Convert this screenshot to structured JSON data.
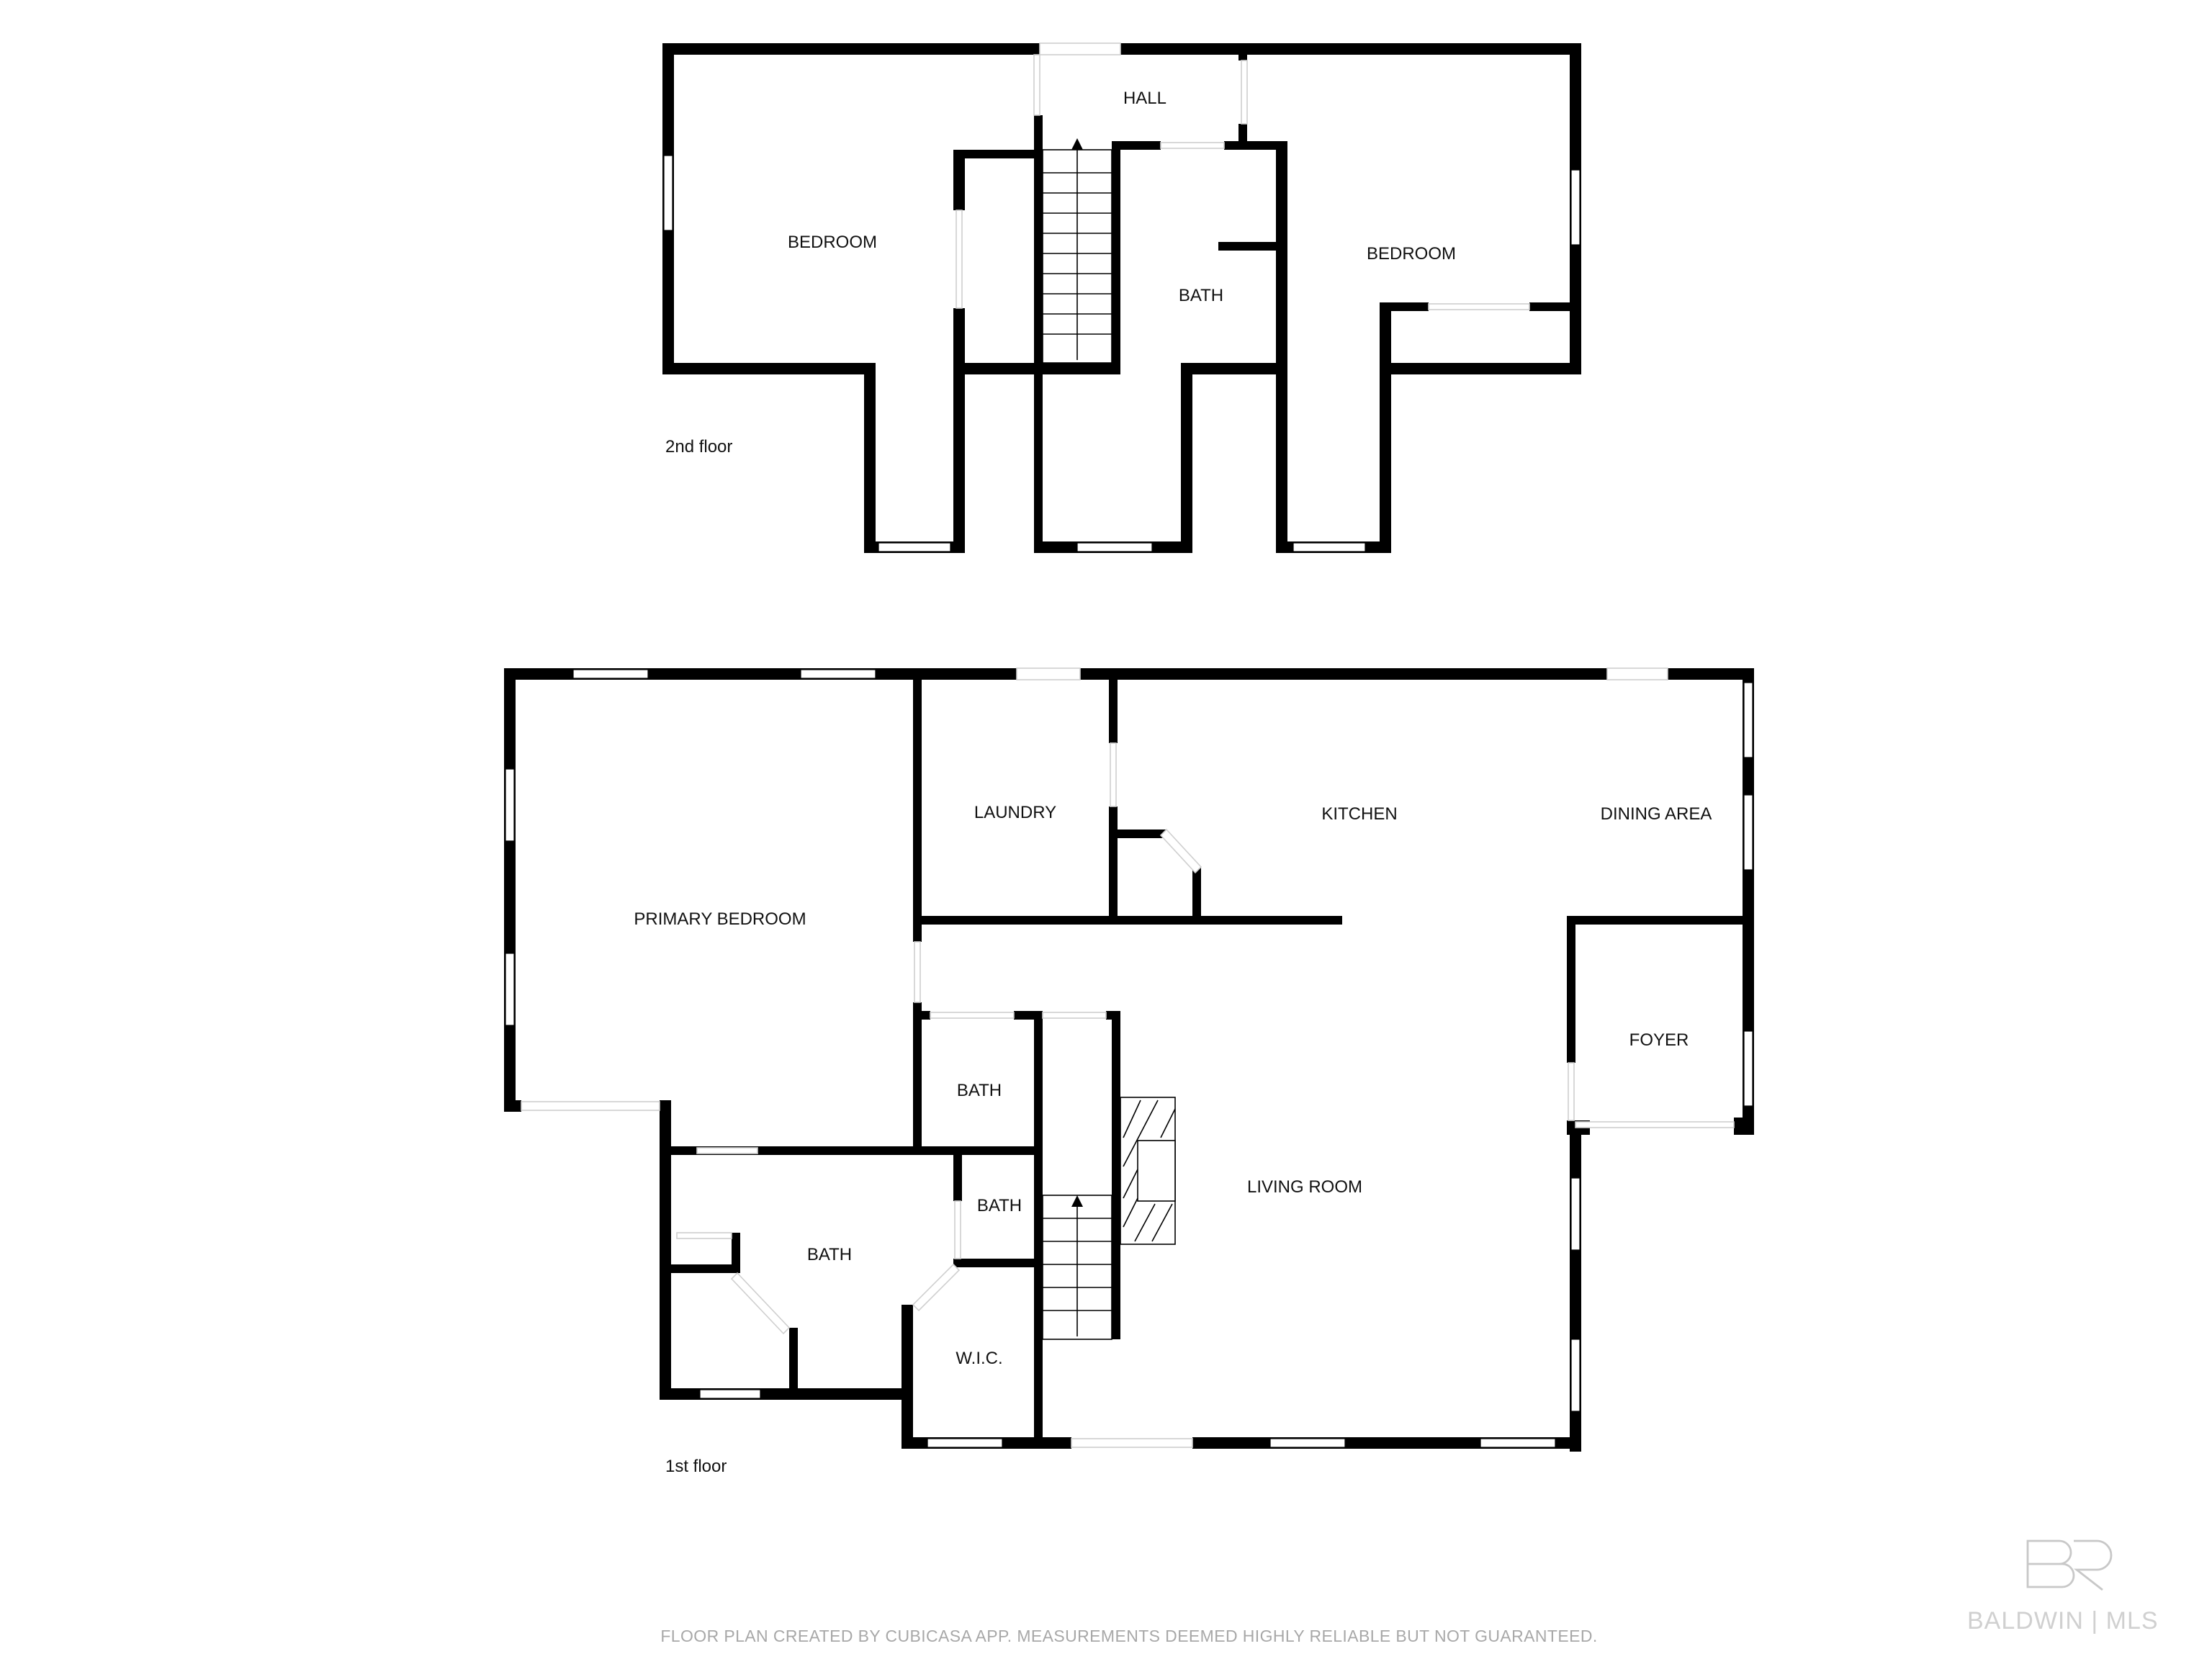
{
  "floors": [
    {
      "name": "2nd floor",
      "rooms": [
        {
          "id": "bedroom-west",
          "label": "BEDROOM"
        },
        {
          "id": "hall",
          "label": "HALL"
        },
        {
          "id": "bath-upper",
          "label": "BATH"
        },
        {
          "id": "bedroom-east",
          "label": "BEDROOM"
        }
      ]
    },
    {
      "name": "1st floor",
      "rooms": [
        {
          "id": "primary-bedroom",
          "label": "PRIMARY BEDROOM"
        },
        {
          "id": "laundry",
          "label": "LAUNDRY"
        },
        {
          "id": "kitchen",
          "label": "KITCHEN"
        },
        {
          "id": "dining-area",
          "label": "DINING AREA"
        },
        {
          "id": "foyer",
          "label": "FOYER"
        },
        {
          "id": "bath-hall",
          "label": "BATH"
        },
        {
          "id": "bath-small",
          "label": "BATH"
        },
        {
          "id": "bath-primary",
          "label": "BATH"
        },
        {
          "id": "wic",
          "label": "W.I.C."
        },
        {
          "id": "living-room",
          "label": "LIVING ROOM"
        }
      ]
    }
  ],
  "footer": {
    "disclaimer": "FLOOR PLAN CREATED BY CUBICASA APP. MEASUREMENTS DEEMED HIGHLY RELIABLE BUT NOT GUARANTEED."
  },
  "logo": {
    "mark": "BR",
    "text": "BALDWIN | MLS"
  },
  "colors": {
    "wall": "#000000",
    "background": "#ffffff",
    "footer_text": "#a8a8a8",
    "logo": "#c8c8c8"
  }
}
